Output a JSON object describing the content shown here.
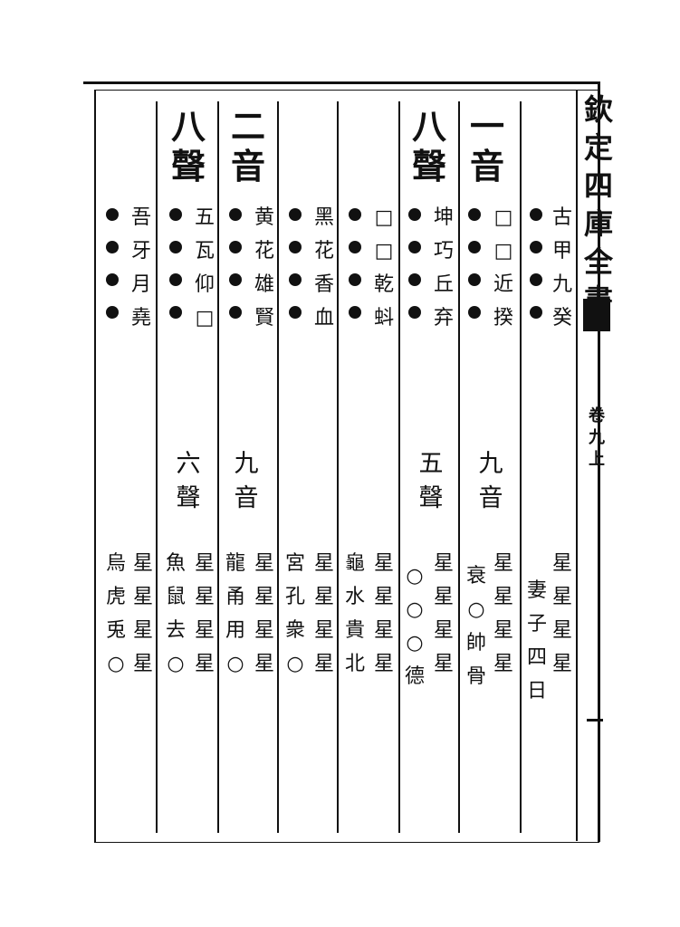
{
  "header": {
    "title_chars": [
      "欽",
      "定",
      "四",
      "庫",
      "全",
      "書"
    ],
    "volume_chars": [
      "卷",
      "九",
      "上"
    ]
  },
  "columns": [
    {
      "id": "c1",
      "top": [],
      "bottom": [
        "星",
        "星",
        "星",
        "星"
      ]
    },
    {
      "id": "c2",
      "top": [
        "古",
        "甲",
        "九",
        "癸"
      ],
      "bottom": [
        "妻",
        "子",
        "四",
        "日"
      ]
    },
    {
      "id": "c3",
      "heading": [
        "一",
        "音"
      ],
      "top": [
        "□",
        "□",
        "近",
        "揆"
      ],
      "mid_heading": [
        "九",
        "音"
      ],
      "bottom": [
        "星",
        "星",
        "星",
        "星"
      ]
    },
    {
      "id": "c4",
      "top": [],
      "bottom": [
        "衰",
        "○",
        "帥",
        "骨"
      ]
    },
    {
      "id": "c5",
      "heading": [
        "八",
        "聲"
      ],
      "top": [
        "坤",
        "巧",
        "丘",
        "弃"
      ],
      "mid_heading": [
        "五",
        "聲"
      ],
      "bottom": [
        "星",
        "星",
        "星",
        "星"
      ]
    },
    {
      "id": "c6",
      "top": [],
      "bottom": [
        "○",
        "○",
        "○",
        "德"
      ]
    },
    {
      "id": "c7",
      "top": [
        "□",
        "□",
        "乾",
        "蚪"
      ],
      "bottom": [
        "星",
        "星",
        "星",
        "星"
      ]
    },
    {
      "id": "c8",
      "top": [],
      "bottom": [
        "龜",
        "水",
        "貴",
        "北"
      ]
    },
    {
      "id": "c9",
      "top": [
        "黑",
        "花",
        "香",
        "血"
      ],
      "bottom": [
        "星",
        "星",
        "星",
        "星"
      ]
    },
    {
      "id": "c10",
      "top": [],
      "bottom": [
        "宮",
        "孔",
        "衆",
        "○"
      ]
    },
    {
      "id": "c11",
      "heading": [
        "二",
        "音"
      ],
      "top": [
        "黄",
        "花",
        "雄",
        "賢"
      ],
      "mid_heading": [
        "九",
        "音"
      ],
      "bottom": [
        "星",
        "星",
        "星",
        "星"
      ]
    },
    {
      "id": "c12",
      "top": [],
      "bottom": [
        "龍",
        "甬",
        "用",
        "○"
      ]
    },
    {
      "id": "c13",
      "heading": [
        "八",
        "聲"
      ],
      "top": [
        "五",
        "瓦",
        "仰",
        "□"
      ],
      "mid_heading": [
        "六",
        "聲"
      ],
      "bottom": [
        "星",
        "星",
        "星",
        "星"
      ]
    },
    {
      "id": "c14",
      "top": [],
      "bottom": [
        "魚",
        "鼠",
        "去",
        "○"
      ]
    },
    {
      "id": "c15",
      "top": [
        "吾",
        "牙",
        "月",
        "堯"
      ],
      "bottom": [
        "星",
        "星",
        "星",
        "星"
      ]
    },
    {
      "id": "c16",
      "top": [],
      "bottom": [
        "烏",
        "虎",
        "兎",
        "○"
      ]
    }
  ]
}
